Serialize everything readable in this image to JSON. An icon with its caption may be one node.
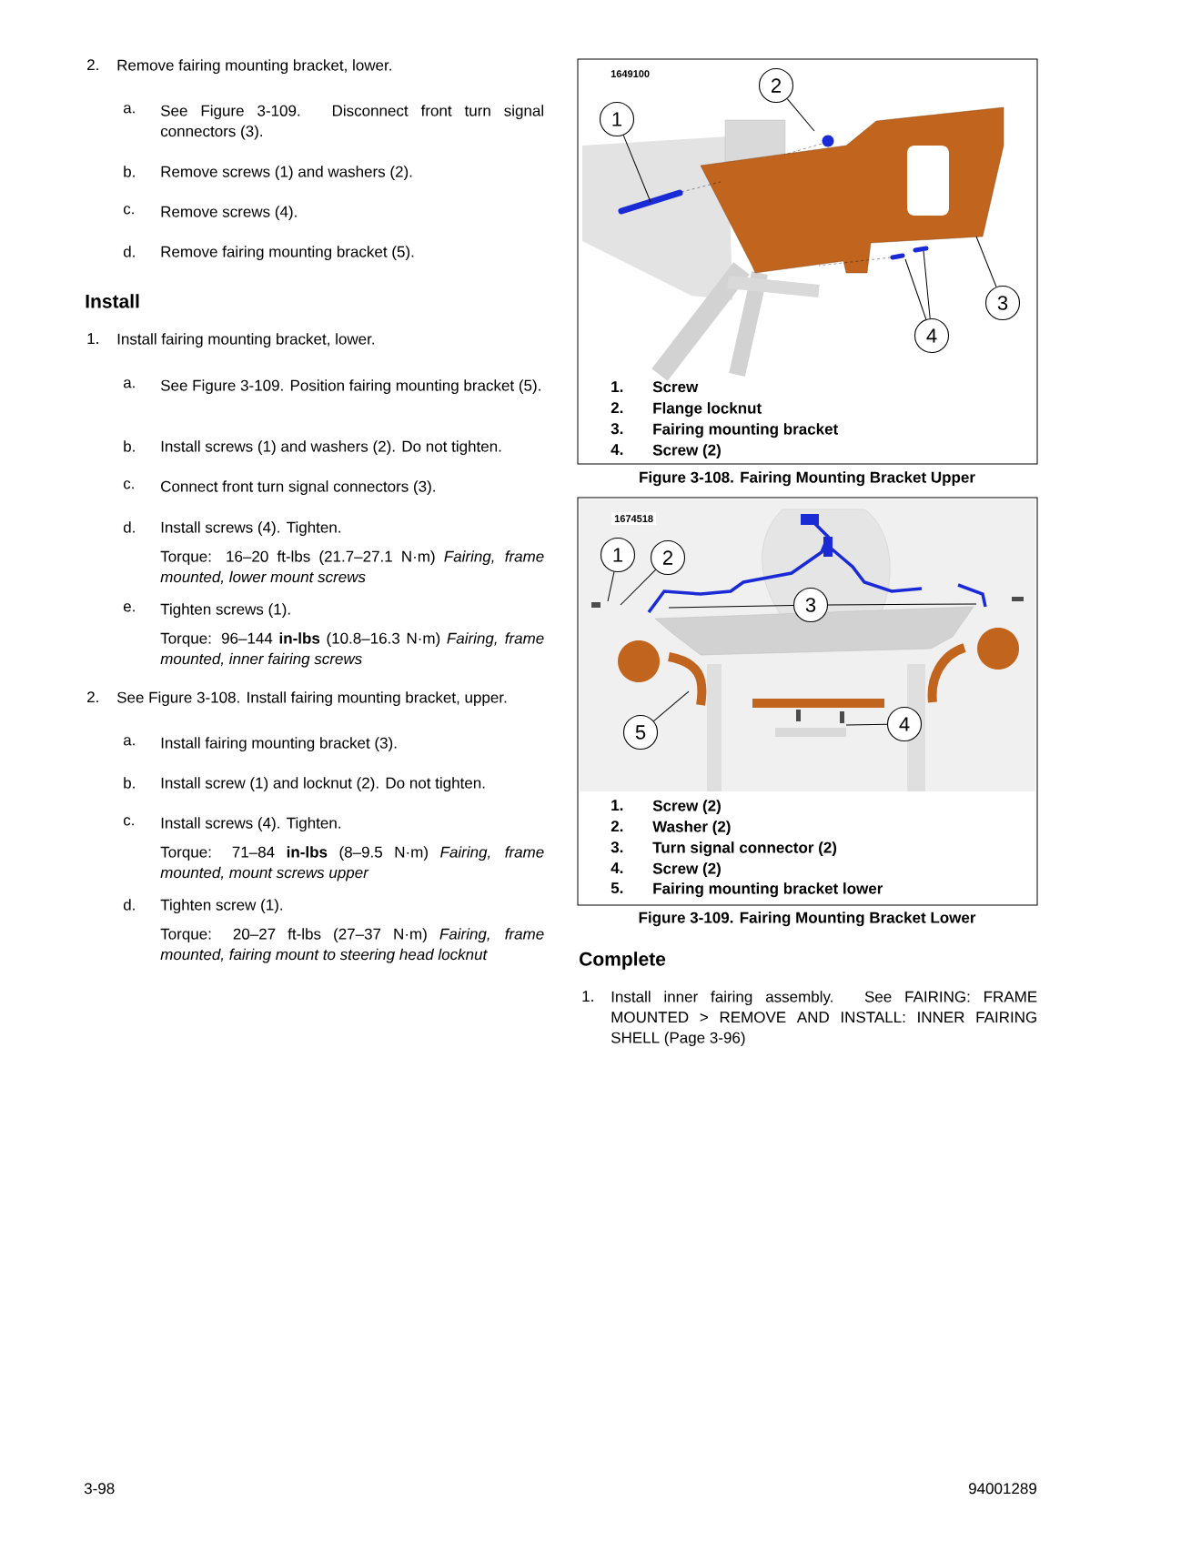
{
  "diagram": {
    "nodes": [
      {
        "text": [
          "1"
        ]
      },
      {
        "text": [
          "2"
        ]
      },
      {
        "text": [
          "3"
        ]
      },
      {
        "text": [
          "4"
        ]
      },
      {
        "text": [
          "1"
        ]
      },
      {
        "text": [
          "2"
        ]
      },
      {
        "text": [
          "3"
        ]
      },
      {
        "text": [
          "4"
        ]
      },
      {
        "text": [
          "5"
        ]
      }
    ],
    "edges": [
      {
        "from": 0,
        "to": null,
        "arrow": "none"
      },
      {
        "from": 1,
        "to": null,
        "arrow": "none"
      },
      {
        "from": 2,
        "to": null,
        "arrow": "none"
      },
      {
        "from": 3,
        "to": null,
        "arrow": "none"
      },
      {
        "from": 3,
        "to": null,
        "arrow": "none"
      },
      {
        "from": 4,
        "to": null,
        "arrow": "none"
      },
      {
        "from": 5,
        "to": null,
        "arrow": "none"
      },
      {
        "from": 6,
        "to": null,
        "arrow": "none"
      },
      {
        "from": 6,
        "to": null,
        "arrow": "none"
      },
      {
        "from": 7,
        "to": null,
        "arrow": "none"
      },
      {
        "from": 8,
        "to": null,
        "arrow": "none"
      }
    ],
    "labels": [
      "2.",
      "Remove fairing mounting bracket, lower.",
      "a.",
      "See Figure 3-109. Disconnect front turn signal connectors (3).",
      "b.",
      "Remove screws (1) and washers (2).",
      "c.",
      "Remove screws (4).",
      "d.",
      "Remove fairing mounting bracket (5).",
      "Install",
      "1.",
      "Install fairing mounting bracket, lower.",
      "a.",
      "See Figure 3-109. Position fairing mounting bracket (5).",
      "b.",
      "Install screws (1) and washers (2). Do not tighten.",
      "c.",
      "Connect front turn signal connectors (3).",
      "d.",
      "Install screws (4). Tighten.",
      "Torque: 16–20 ft-lbs (21.7–27.1 N·m) *Fairing, frame mounted, lower mount screws*",
      "e.",
      "Tighten screws (1).",
      "Torque: 96–144 **in-lbs** (10.8–16.3 N·m) *Fairing, frame mounted, inner fairing screws*",
      "2.",
      "See Figure 3-108. Install fairing mounting bracket, upper.",
      "a.",
      "Install fairing mounting bracket (3).",
      "b.",
      "Install screw (1) and locknut (2). Do not tighten.",
      "c.",
      "Install screws (4). Tighten.",
      "Torque: 71–84 **in-lbs** (8–9.5 N·m) *Fairing, frame mounted, mount screws upper*",
      "d.",
      "Tighten screw (1).",
      "Torque: 20–27 ft-lbs (27–37 N·m) *Fairing, frame mounted, fairing mount to steering head locknut*",
      "1649100",
      "1.",
      "Screw",
      "2.",
      "Flange locknut",
      "3.",
      "Fairing mounting bracket",
      "4.",
      "Screw (2)",
      "Figure 3-108. Fairing Mounting Bracket Upper",
      "1674518",
      "1.",
      "Screw (2)",
      "2.",
      "Washer (2)",
      "3.",
      "Turn signal connector (2)",
      "4.",
      "Screw (2)",
      "5.",
      "Fairing mounting bracket lower",
      "Figure 3-109. Fairing Mounting Bracket Lower",
      "Complete",
      "1.",
      "Install inner fairing assembly. See FAIRING: FRAME MOUNTED > REMOVE AND INSTALL: INNER FAIRING SHELL (Page 3-96)",
      "3-98",
      "94001289"
    ]
  }
}
